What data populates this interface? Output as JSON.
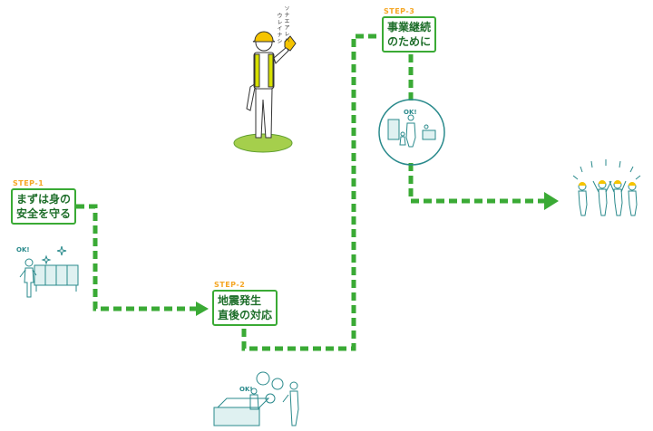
{
  "steps": [
    {
      "label": "STEP-1",
      "line1": "まずは身の",
      "line2": "安全を守る"
    },
    {
      "label": "STEP-2",
      "line1": "地震発生",
      "line2": "直後の対応"
    },
    {
      "label": "STEP-3",
      "line1": "事業継続",
      "line2": "のために"
    }
  ],
  "worker_speech": {
    "line1": "ソナエアレバ",
    "line2": "ウレイナシ"
  },
  "ok_marks": [
    "OK!",
    "OK!",
    "OK!"
  ],
  "colors": {
    "path": "#3aaa35",
    "box_text": "#1e6e2a",
    "step_label": "#f5a623",
    "figure_stroke": "#2a8a8c",
    "helmet": "#f5c400",
    "vest": "#d7e000",
    "ground": "#a5cf4c"
  }
}
